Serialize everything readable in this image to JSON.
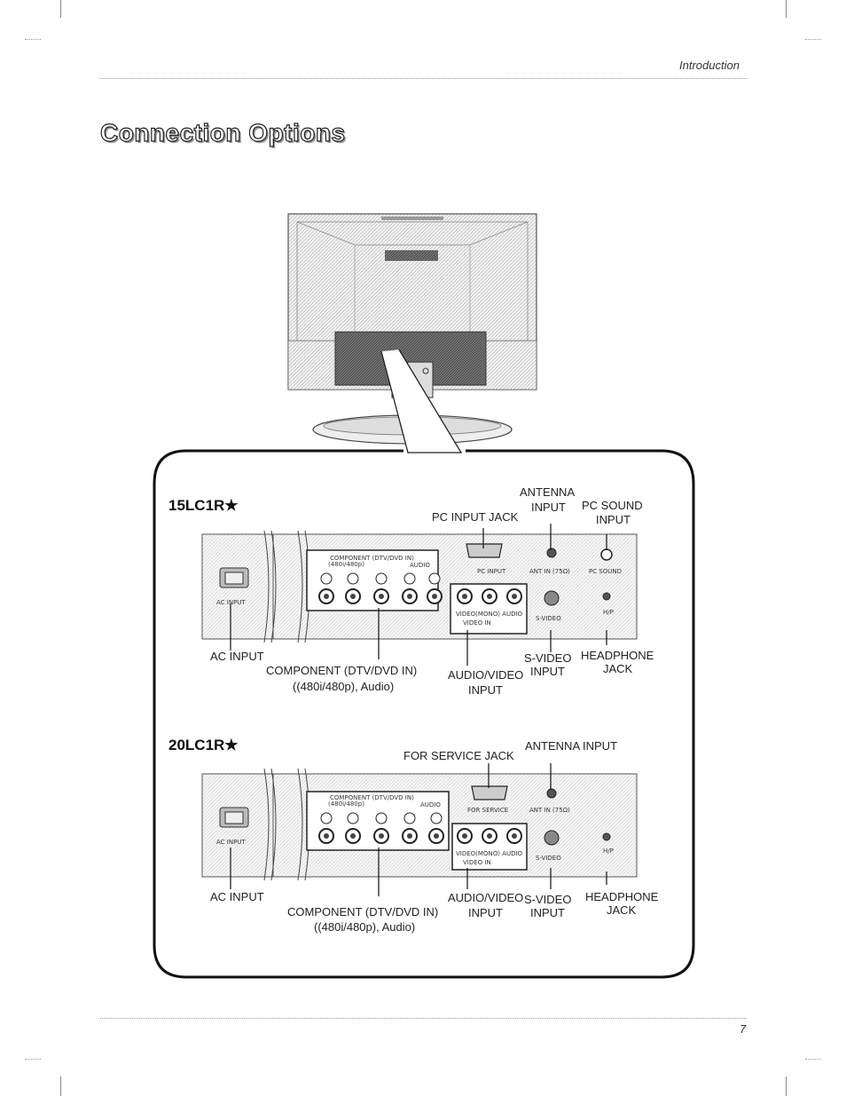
{
  "header": {
    "section": "Introduction"
  },
  "title": "Connection Options",
  "page_number": "7",
  "panel_15": {
    "model": "15LC1R★",
    "labels": {
      "antenna": "ANTENNA",
      "antenna_input": "INPUT",
      "pc_sound_1": "PC SOUND",
      "pc_sound_2": "INPUT",
      "pc_input_jack": "PC INPUT JACK",
      "ac_input": "AC INPUT",
      "component_1": "COMPONENT (DTV/DVD IN)",
      "component_2": "((480i/480p), Audio)",
      "av_1": "AUDIO/VIDEO",
      "av_2": "INPUT",
      "svideo_1": "S-VIDEO",
      "svideo_2": "INPUT",
      "headphone_1": "HEADPHONE",
      "headphone_2": "JACK"
    },
    "printed": {
      "component": "COMPONENT (DTV/DVD IN)",
      "res": "(480i/480p)",
      "audio": "AUDIO",
      "ac": "AC INPUT",
      "pc_input": "PC INPUT",
      "ant_in": "ANT IN (75Ω)",
      "pc_sound": "PC SOUND",
      "svideo": "S-VIDEO",
      "hp": "H/P",
      "video_in": "VIDEO IN",
      "video_mono_audio": "VIDEO(MONO)  AUDIO"
    }
  },
  "panel_20": {
    "model": "20LC1R★",
    "labels": {
      "for_service_jack": "FOR SERVICE JACK",
      "antenna_input": "ANTENNA INPUT",
      "ac_input": "AC INPUT",
      "component_1": "COMPONENT (DTV/DVD IN)",
      "component_2": "((480i/480p), Audio)",
      "av_1": "AUDIO/VIDEO",
      "av_2": "INPUT",
      "svideo_1": "S-VIDEO",
      "svideo_2": "INPUT",
      "headphone_1": "HEADPHONE",
      "headphone_2": "JACK"
    },
    "printed": {
      "component": "COMPONENT (DTV/DVD IN)",
      "res": "(480i/480p)",
      "audio": "AUDIO",
      "ac": "AC INPUT",
      "for_service": "FOR SERVICE",
      "ant_in": "ANT IN (75Ω)",
      "svideo": "S-VIDEO",
      "hp": "H/P",
      "video_in": "VIDEO IN",
      "video_mono_audio": "VIDEO(MONO)  AUDIO"
    }
  }
}
